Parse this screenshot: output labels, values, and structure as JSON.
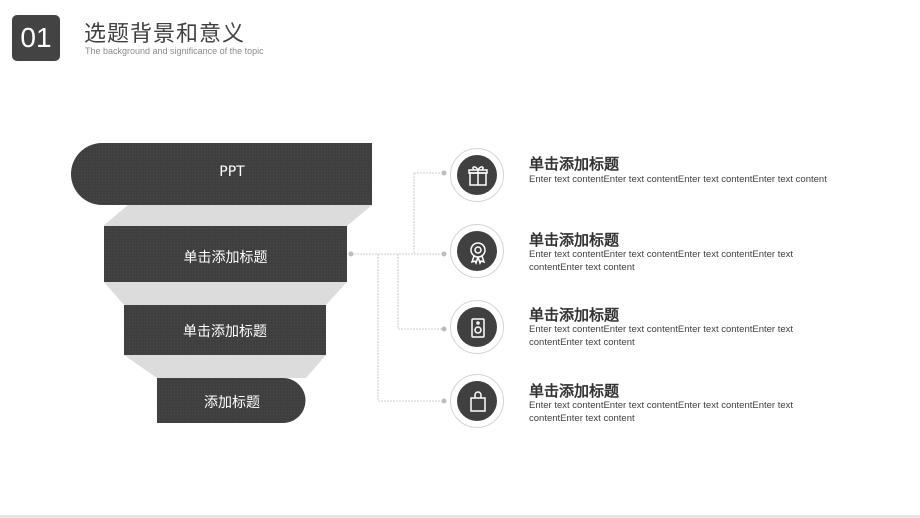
{
  "header": {
    "number": "01",
    "title": "选题背景和意义",
    "subtitle": "The background and significance of the topic"
  },
  "funnel": {
    "levels": [
      {
        "label": "PPT"
      },
      {
        "label": "单击添加标题"
      },
      {
        "label": "单击添加标题"
      },
      {
        "label": "添加标题"
      }
    ]
  },
  "items": [
    {
      "icon": "gift-icon",
      "title": "单击添加标题",
      "desc": "Enter text contentEnter text contentEnter text contentEnter text content"
    },
    {
      "icon": "award-badge-icon",
      "title": "单击添加标题",
      "desc": "Enter text contentEnter text contentEnter text contentEnter text contentEnter text content"
    },
    {
      "icon": "speaker-icon",
      "title": "单击添加标题",
      "desc": "Enter text contentEnter text contentEnter text contentEnter text contentEnter text content"
    },
    {
      "icon": "shopping-bag-icon",
      "title": "单击添加标题",
      "desc": "Enter text contentEnter text contentEnter text contentEnter text contentEnter text content"
    }
  ],
  "colors": {
    "dark": "#434343",
    "connector": "#d9d9d9",
    "ring": "#d5d5d5"
  }
}
